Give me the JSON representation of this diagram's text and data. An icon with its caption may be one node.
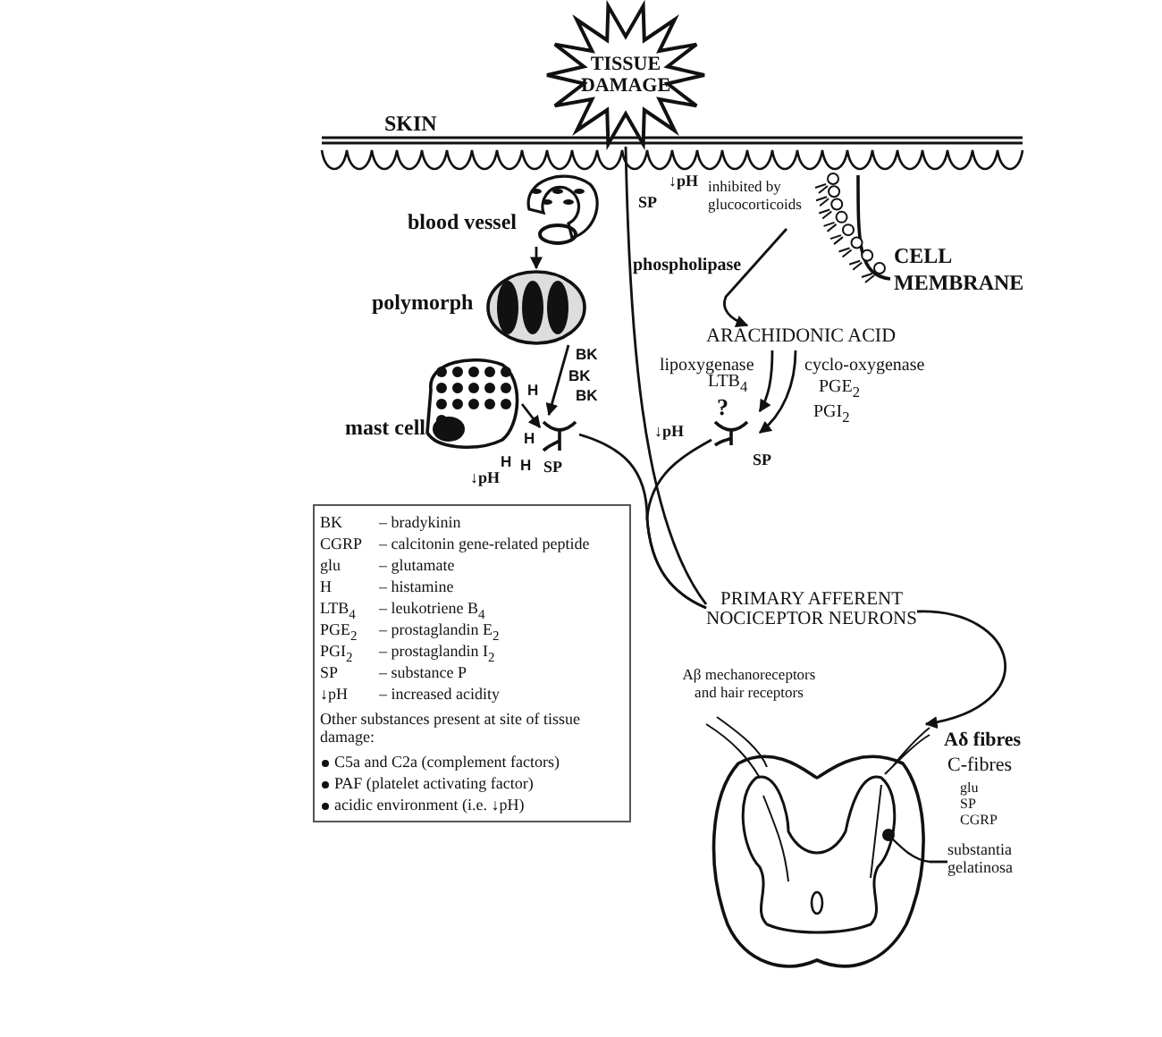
{
  "diagram": {
    "nodes": [
      {
        "text": [
          "TISSUE DAMAGE"
        ]
      },
      {
        "text": [
          "blood vessel"
        ]
      },
      {
        "text": [
          "polymorph"
        ]
      },
      {
        "text": [
          "mast cell"
        ]
      },
      {
        "text": [],
        "shape": "picture",
        "beside": [
          "SP"
        ]
      },
      {
        "text": [
          "CELL MEMBRANE"
        ]
      },
      {
        "text": [
          "ARACHIDONIC ACID"
        ]
      },
      {
        "text": [
          "?"
        ],
        "beside": [
          "SP"
        ]
      },
      {
        "text": [
          "PRIMARY AFFERENT NOCICEPTOR NEURONS"
        ]
      },
      {
        "text": [],
        "shape": "picture"
      },
      {
        "text": [
          "substantia gelatinosa"
        ]
      }
    ],
    "edges": [
      {
        "from": 1,
        "to": 2,
        "arrow": "to"
      },
      {
        "from": 2,
        "to": 4,
        "arrow": "to",
        "label": "BK"
      },
      {
        "from": 3,
        "to": 4,
        "arrow": "to",
        "label": "H"
      },
      {
        "from": 5,
        "to": 6,
        "arrow": "to",
        "label": "inhibited by glucocorticoids"
      },
      {
        "from": 6,
        "to": 7,
        "arrow": "to",
        "label": "lipoxygenase"
      },
      {
        "from": 6,
        "to": 7,
        "arrow": "to",
        "label": "cyclo-oxygenase"
      },
      {
        "from": 0,
        "to": 8,
        "arrow": "none"
      },
      {
        "from": 4,
        "to": 8,
        "arrow": "none"
      },
      {
        "from": 7,
        "to": 8,
        "arrow": "none"
      },
      {
        "from": 8,
        "to": 9,
        "arrow": "to"
      },
      {
        "from": 10,
        "to": 9,
        "arrow": "none"
      }
    ],
    "labels": [
      "SKIN",
      "SP",
      "↓pH",
      "phospholipase",
      "BK",
      "BK",
      "H",
      "H",
      "H",
      "LTB$_{4}$",
      "PGE$_{2}$",
      "PGI$_{2}$",
      "↓pH",
      "↓pH",
      "BK",
      "– bradykinin",
      "CGRP",
      "– calcitonin gene-related peptide",
      "glu",
      "– glutamate",
      "H",
      "– histamine",
      "LTB$_{4}$",
      "– leukotriene B$_{4}$",
      "PGE$_{2}$",
      "– prostaglandin E$_{2}$",
      "PGI$_{2}$",
      "– prostaglandin I$_{2}$",
      "SP",
      "– substance P",
      "↓pH",
      "– increased acidity",
      "Other substances present at site of tissue damage:",
      "C5a and C2a (complement factors)",
      "PAF (platelet activating factor)",
      "acidic environment (i.e. ↓pH)",
      "Aβ mechanoreceptors and hair receptors",
      "Aδ fibres",
      "C-fibres",
      "glu",
      "SP",
      "CGRP"
    ]
  }
}
